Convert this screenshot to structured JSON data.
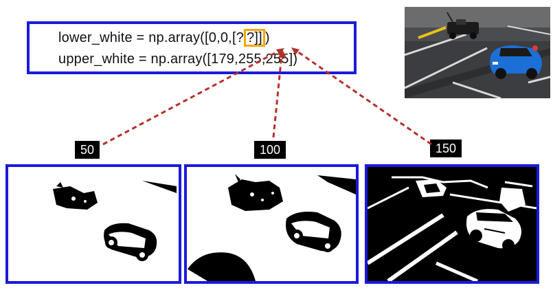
{
  "code": {
    "line1_prefix": "lower_white = np.array([0,0,[?",
    "line1_highlight": "?]]",
    "line1_suffix": ")",
    "line2": "upper_white = np.array([179,255,255])"
  },
  "thresholds": [
    {
      "label": "50"
    },
    {
      "label": "100"
    },
    {
      "label": "150"
    }
  ],
  "colors": {
    "frame_blue": "#1a1adb",
    "highlight_orange": "#f2a800",
    "arrow_red": "#b5302a"
  }
}
